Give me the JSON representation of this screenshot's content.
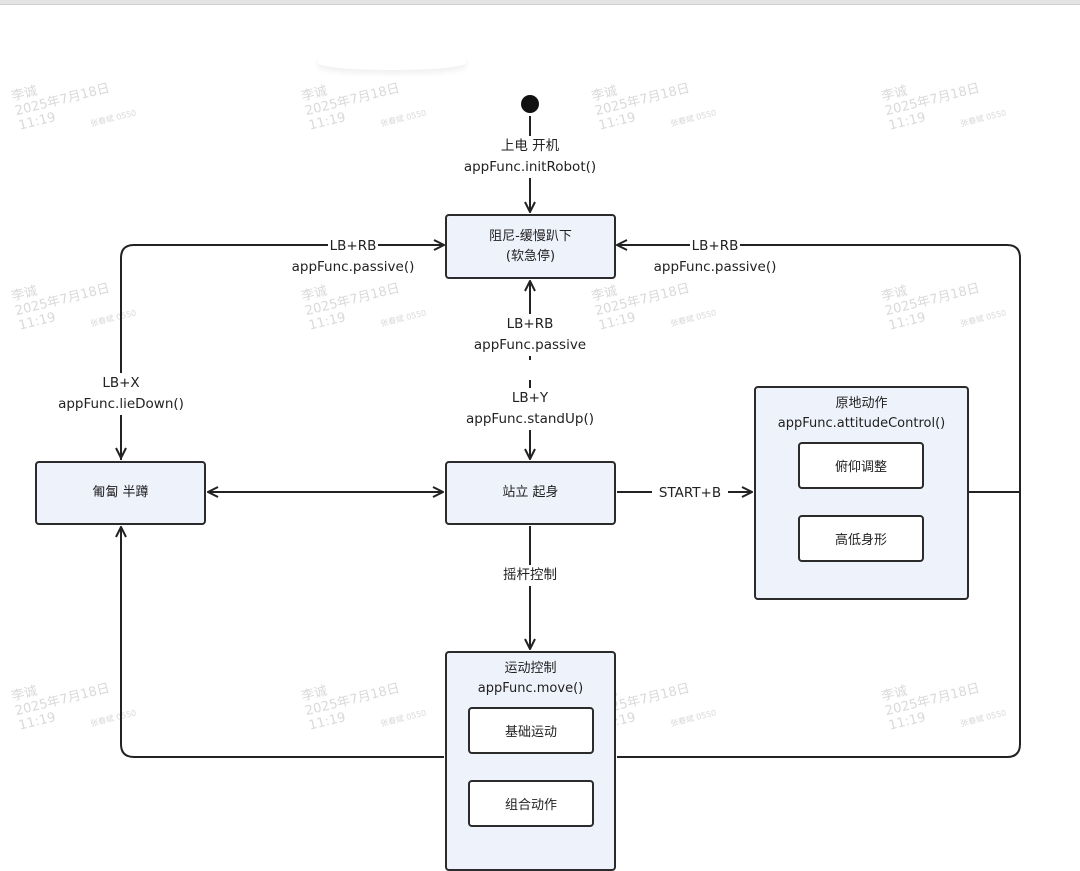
{
  "watermark": {
    "name": "李诚",
    "date": "2025年7月18日",
    "time": "11:19",
    "small": "张春斌 0550"
  },
  "states": {
    "damping": {
      "line1": "阻尼-缓慢趴下",
      "line2": "(软急停)"
    },
    "crouch": {
      "label": "匍匐 半蹲"
    },
    "stand": {
      "label": "站立 起身"
    },
    "inplace": {
      "title": "原地动作",
      "func": "appFunc.attitudeControl()",
      "items": [
        "俯仰调整",
        "高低身形"
      ]
    },
    "motion": {
      "title": "运动控制",
      "func": "appFunc.move()",
      "items": [
        "基础运动",
        "组合动作"
      ]
    }
  },
  "transitions": {
    "power_on": {
      "line1": "上电 开机",
      "line2": "appFunc.initRobot()"
    },
    "left_passive": {
      "line1": "LB+RB",
      "line2": "appFunc.passive()"
    },
    "right_passive": {
      "line1": "LB+RB",
      "line2": "appFunc.passive()"
    },
    "center_passive": {
      "line1": "LB+RB",
      "line2": "appFunc.passive"
    },
    "stand_up": {
      "line1": "LB+Y",
      "line2": "appFunc.standUp()"
    },
    "lie_down": {
      "line1": "LB+X",
      "line2": "appFunc.lieDown()"
    },
    "start_b": {
      "label": "START+B"
    },
    "joystick": {
      "label": "摇杆控制"
    }
  }
}
